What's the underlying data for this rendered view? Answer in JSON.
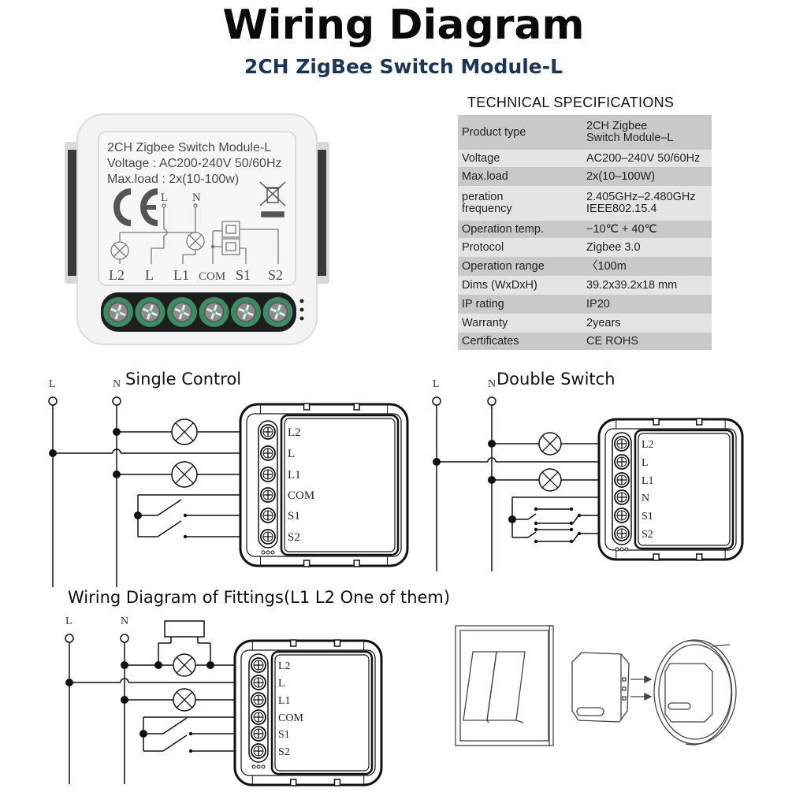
{
  "header": {
    "title": "Wiring Diagram",
    "subtitle": "2CH ZigBee Switch Module-L"
  },
  "product": {
    "label_lines": [
      "2CH Zigbee Switch Module-L",
      "Voltage : AC200-240V 50/60Hz",
      "Max.load : 2x(10-100w)"
    ],
    "ce_mark": "CE",
    "schematic_top_labels": [
      "L",
      "N"
    ],
    "terminal_labels": [
      "L2",
      "L",
      "L1",
      "COM",
      "S1",
      "S2"
    ],
    "icons": [
      "ce-mark-icon",
      "weee-bin-icon",
      "lamp-icon",
      "screw-terminal-icon"
    ],
    "colors": {
      "terminal_green": "#3f8a64",
      "body": "#f4f4f4",
      "terminal_block": "#1e1e1e"
    }
  },
  "specs": {
    "title": "TECHNICAL SPECIFICATIONS",
    "rows": [
      {
        "key": "Product type",
        "value": "2CH Zigbee\nSwitch Module–L"
      },
      {
        "key": "Voltage",
        "value": "AC200–240V 50/60Hz"
      },
      {
        "key": "Max.load",
        "value": "2x(10–100W)"
      },
      {
        "key": "peration\nfrequency",
        "value": "2.405GHz–2.480GHz\nIEEE802.15.4"
      },
      {
        "key": "Operation temp.",
        "value": "−10℃ + 40℃"
      },
      {
        "key": "Protocol",
        "value": "Zigbee  3.0"
      },
      {
        "key": "Operation range",
        "value": "〈100m"
      },
      {
        "key": "Dims (WxDxH)",
        "value": "39.2x39.2x18 mm"
      },
      {
        "key": "IP rating",
        "value": "IP20"
      },
      {
        "key": "Warranty",
        "value": "2years"
      },
      {
        "key": "Certificates",
        "value": "CE ROHS"
      }
    ]
  },
  "diagrams": {
    "single_control": {
      "title": "Single Control",
      "supply_labels": [
        "L",
        "N"
      ],
      "terminals": [
        "L2",
        "L",
        "L1",
        "COM",
        "S1",
        "S2"
      ]
    },
    "double_switch": {
      "title": "Double Switch",
      "supply_labels": [
        "L",
        "N"
      ],
      "terminals": [
        "L2",
        "L",
        "L1",
        "N",
        "S1",
        "S2"
      ]
    },
    "fittings": {
      "title": "Wiring Diagram of Fittings(L1 L2 One of them)",
      "supply_labels": [
        "L",
        "N"
      ],
      "terminals": [
        "L2",
        "L",
        "L1",
        "COM",
        "S1",
        "S2"
      ]
    }
  },
  "installation": {
    "icons": [
      "wall-switch-icon",
      "module-icon",
      "arrow-right-icon",
      "wall-box-icon"
    ]
  }
}
